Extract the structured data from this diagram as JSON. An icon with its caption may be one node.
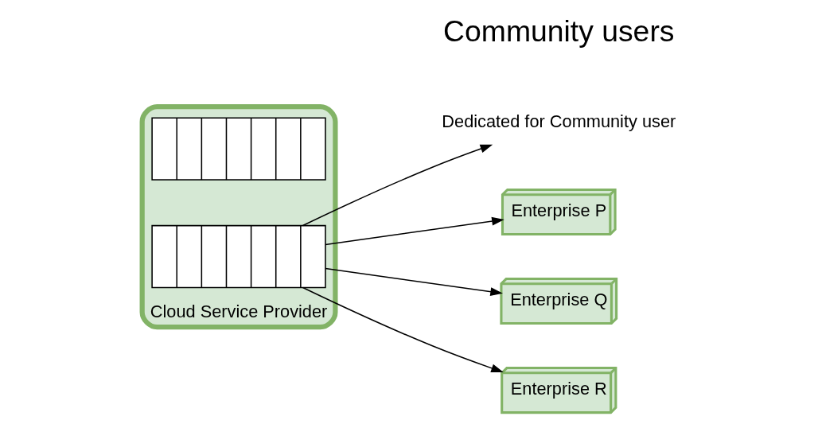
{
  "diagram": {
    "nodes": [
      {
        "text": [
          "Cloud Service Provider"
        ]
      },
      {
        "text": [],
        "shape": "picture",
        "in": 0
      },
      {
        "text": [],
        "shape": "picture",
        "in": 0
      },
      {
        "text": [
          "Dedicated for Community user"
        ]
      },
      {
        "text": [
          "Enterprise P"
        ]
      },
      {
        "text": [
          "Enterprise Q"
        ]
      },
      {
        "text": [
          "Enterprise R"
        ]
      }
    ],
    "edges": [
      {
        "from": 2,
        "to": 3,
        "arrow": "to"
      },
      {
        "from": 2,
        "to": 4,
        "arrow": "to"
      },
      {
        "from": 2,
        "to": 5,
        "arrow": "to"
      },
      {
        "from": 2,
        "to": 6,
        "arrow": "to"
      }
    ],
    "labels": [
      "Community users"
    ]
  }
}
